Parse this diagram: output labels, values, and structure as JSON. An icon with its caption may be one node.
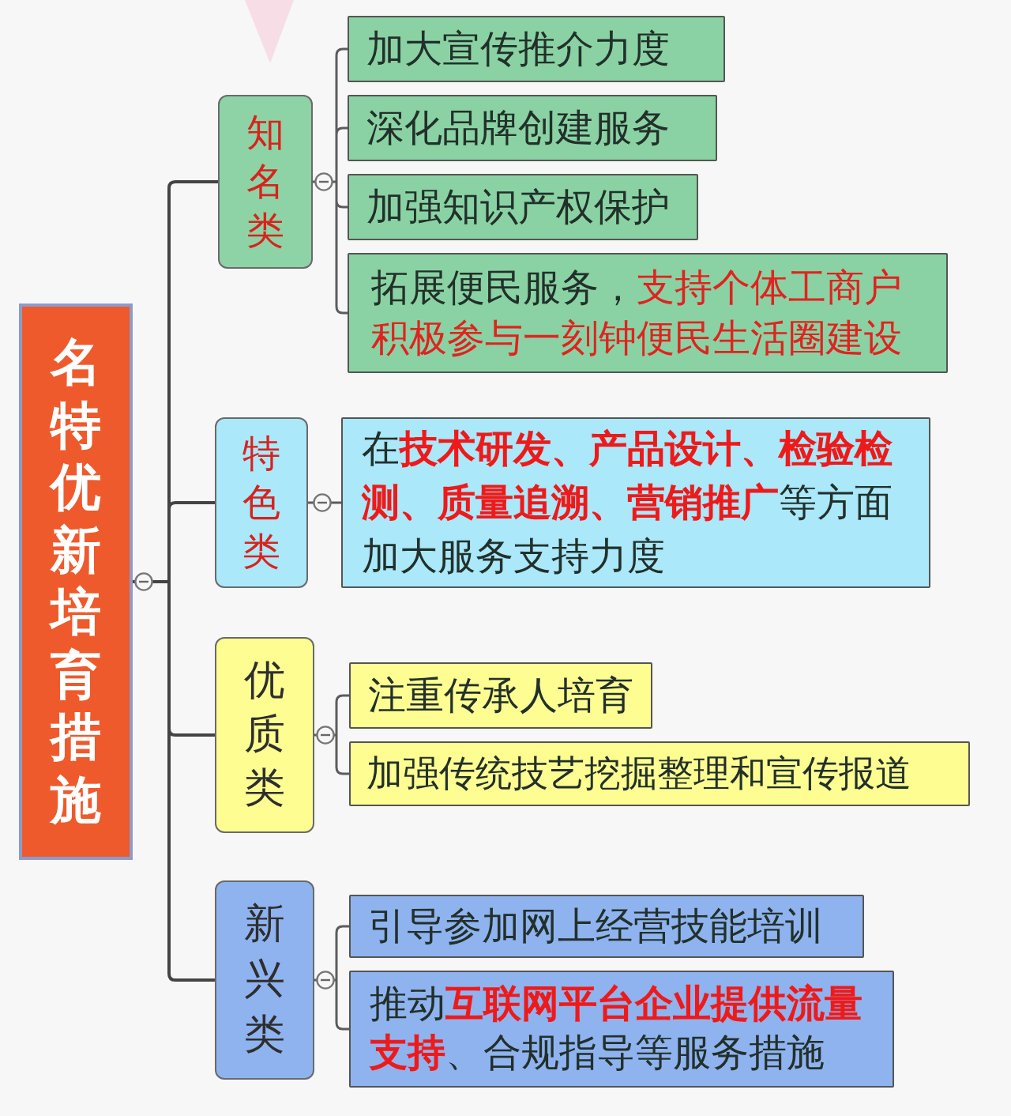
{
  "diagram": {
    "nodes": [
      {
        "text": [
          "名特优新培育措施"
        ]
      },
      {
        "text": [
          "知名类"
        ]
      },
      {
        "text": [
          "加大宣传推介力度"
        ]
      },
      {
        "text": [
          "深化品牌创建服务"
        ]
      },
      {
        "text": [
          "加强知识产权保护"
        ]
      },
      {
        "text": [
          "拓展便民服务，*支持个体工商户积极参与一刻钟便民生活圈建设*"
        ]
      },
      {
        "text": [
          "特色类"
        ]
      },
      {
        "text": [
          "在**技术研发、产品设计、检验检测、质量追溯、营销推广**等方面加大服务支持力度"
        ]
      },
      {
        "text": [
          "优质类"
        ]
      },
      {
        "text": [
          "注重传承人培育"
        ]
      },
      {
        "text": [
          "加强传统技艺挖掘整理和宣传报道"
        ]
      },
      {
        "text": [
          "新兴类"
        ]
      },
      {
        "text": [
          "引导参加网上经营技能培训"
        ]
      },
      {
        "text": [
          "推动**互联网平台企业提供流量支持**、合规指导等服务措施"
        ]
      }
    ],
    "edges": [
      {
        "from": 0,
        "to": 1,
        "arrow": "none"
      },
      {
        "from": 0,
        "to": 6,
        "arrow": "none"
      },
      {
        "from": 0,
        "to": 8,
        "arrow": "none"
      },
      {
        "from": 0,
        "to": 11,
        "arrow": "none"
      },
      {
        "from": 1,
        "to": 2,
        "arrow": "none"
      },
      {
        "from": 1,
        "to": 3,
        "arrow": "none"
      },
      {
        "from": 1,
        "to": 4,
        "arrow": "none"
      },
      {
        "from": 1,
        "to": 5,
        "arrow": "none"
      },
      {
        "from": 6,
        "to": 7,
        "arrow": "none"
      },
      {
        "from": 8,
        "to": 9,
        "arrow": "none"
      },
      {
        "from": 8,
        "to": 10,
        "arrow": "none"
      },
      {
        "from": 11,
        "to": 12,
        "arrow": "none"
      },
      {
        "from": 11,
        "to": 13,
        "arrow": "none"
      }
    ]
  }
}
